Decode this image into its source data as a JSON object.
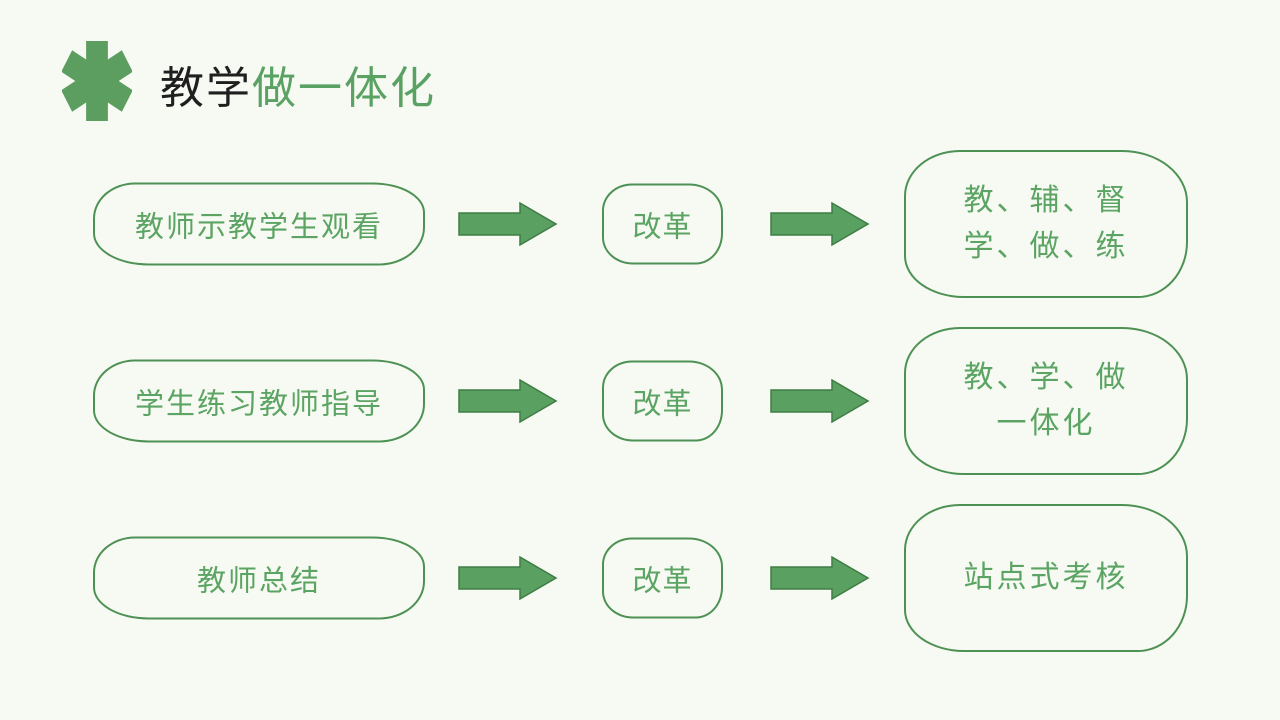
{
  "slide": {
    "background_color": "#f7faf2",
    "outline_color": "#4e9154",
    "text_green": "#5ba463",
    "arrow_fill": "#5aa061",
    "title_dark_color": "#1f1f1f",
    "title_green_color": "#5aa263",
    "title": {
      "part1": "教学",
      "part2": "做一体化",
      "icon": "asterisk-icon"
    },
    "rows": [
      {
        "left_label": "教师示教学生观看",
        "mid_label": "改革",
        "right_line1": "教、辅、督",
        "right_line2": "学、做、练"
      },
      {
        "left_label": "学生练习教师指导",
        "mid_label": "改革",
        "right_line1": "教、学、做",
        "right_line2": "一体化"
      },
      {
        "left_label": "教师总结",
        "mid_label": "改革",
        "right_line1": "站点式考核",
        "right_line2": ""
      }
    ]
  }
}
